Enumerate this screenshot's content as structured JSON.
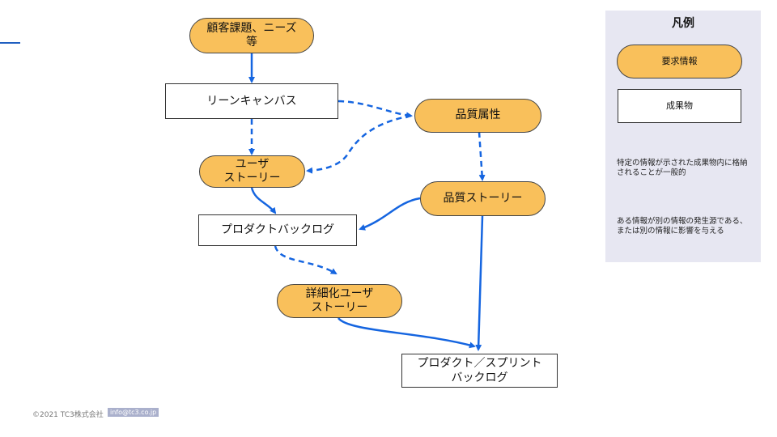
{
  "nodes": {
    "customer_needs": "顧客課題、ニーズ\n等",
    "lean_canvas": "リーンキャンバス",
    "quality_attributes": "品質属性",
    "user_story": "ユーザ\nストーリー",
    "quality_story": "品質ストーリー",
    "product_backlog": "プロダクトバックログ",
    "detailed_user_story": "詳細化ユーザ\nストーリー",
    "sprint_backlog": "プロダクト／スプリント\nバックログ"
  },
  "legend": {
    "title": "凡例",
    "requirement_label": "要求情報",
    "artifact_label": "成果物",
    "solid_arrow_desc": "特定の情報が示された成果物内に格納されることが一般的",
    "dashed_arrow_desc": "ある情報が別の情報の発生源である、または別の情報に影響を与える"
  },
  "footer": {
    "copyright": "©2021 TC3株式会社",
    "email": "info@tc3.co.jp"
  },
  "colors": {
    "requirement_fill": "#f9c05b",
    "arrow": "#1565e0",
    "legend_bg": "#e7e7f2"
  }
}
